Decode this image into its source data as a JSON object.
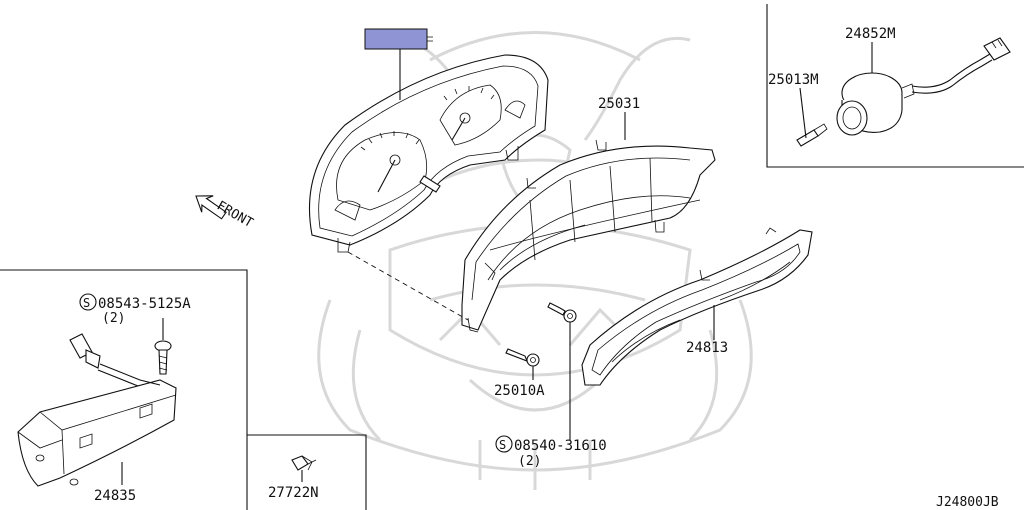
{
  "labels": {
    "p25031": "25031",
    "p24852m": "24852M",
    "p25013m": "25013M",
    "p24813": "24813",
    "p25010a": "25010A",
    "s08540_num": "08540-31610",
    "s08540_qty": "(2)",
    "s08543_num": "08543-5125A",
    "s08543_qty": "(2)",
    "p24835": "24835",
    "p27722n": "27722N",
    "front": "FRONT",
    "s_symbol": "S",
    "diagram_code": "J24800JB"
  },
  "colors": {
    "line": "#111111",
    "highlight": "#8e94d4",
    "watermark": "#d8d8d8"
  }
}
